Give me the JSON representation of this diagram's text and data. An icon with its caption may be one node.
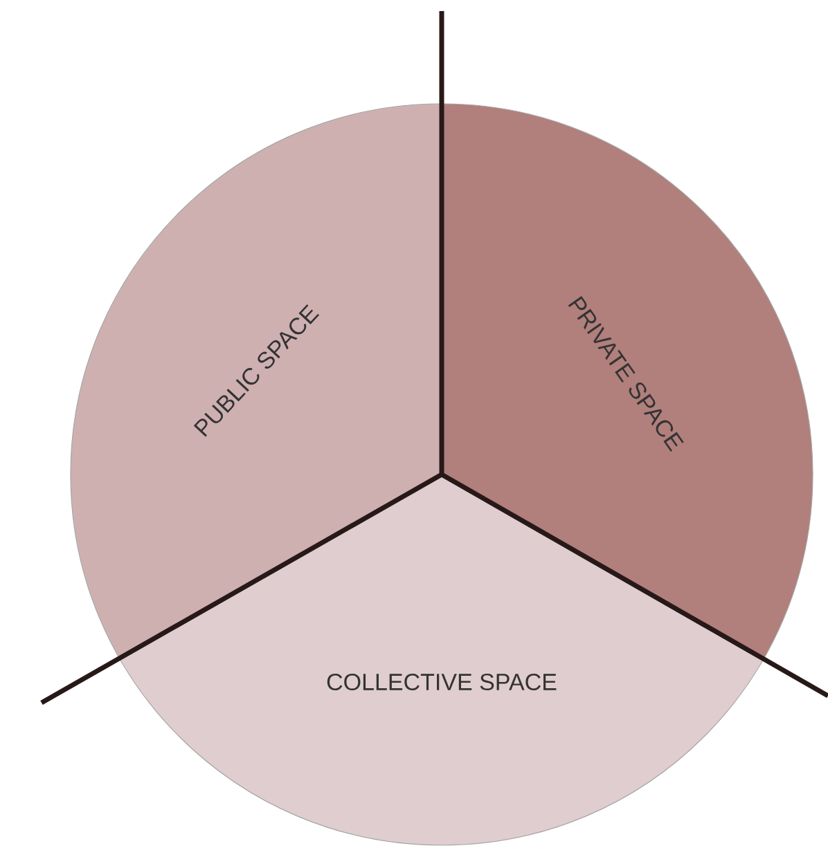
{
  "diagram": {
    "nodes": [
      {
        "text": [
          "PUBLIC SPACE"
        ]
      },
      {
        "text": [
          "PRIVATE SPACE"
        ]
      },
      {
        "text": [
          "COLLECTIVE SPACE"
        ]
      }
    ]
  }
}
